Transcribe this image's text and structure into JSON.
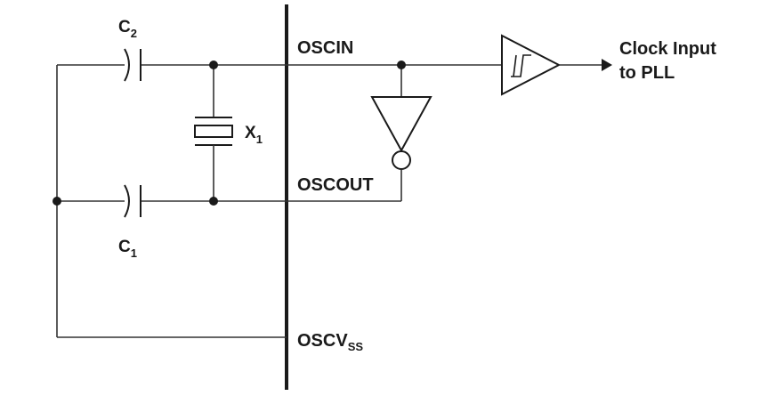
{
  "pins": {
    "oscin": "OSCIN",
    "oscout": "OSCOUT",
    "oscvss_main": "OSCV",
    "oscvss_sub": "SS"
  },
  "components": {
    "c2_main": "C",
    "c2_sub": "2",
    "c1_main": "C",
    "c1_sub": "1",
    "x1_main": "X",
    "x1_sub": "1"
  },
  "output": {
    "line1": "Clock Input",
    "line2": "to PLL"
  },
  "icons": [
    "capacitor-icon",
    "crystal-icon",
    "inverter-icon",
    "schmitt-buffer-icon",
    "arrow-icon"
  ]
}
